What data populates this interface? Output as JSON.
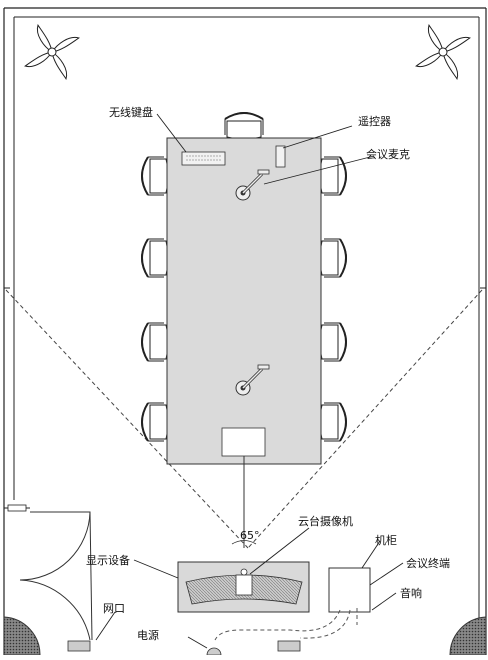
{
  "labels": {
    "wireless_keyboard": "无线键盘",
    "remote_control": "遥控器",
    "conference_mic": "会议麦克",
    "ptz_camera": "云台摄像机",
    "camera_angle": "65°",
    "cabinet": "机柜",
    "conference_terminal": "会议终端",
    "display_device": "显示设备",
    "speaker": "音响",
    "network_port": "网口",
    "power_source": "电源"
  },
  "icons": [
    "ceiling-fan-icon",
    "chair-icon",
    "microphone-icon",
    "keyboard-icon",
    "remote-icon",
    "camera-icon",
    "speaker-icon",
    "door-icon",
    "outlet-icon"
  ],
  "colors": {
    "table_fill": "#dadada",
    "chair_fill": "#ffffff",
    "line": "#333333",
    "speaker_fill": "#555555",
    "display_fill": "#d9d9d9"
  }
}
